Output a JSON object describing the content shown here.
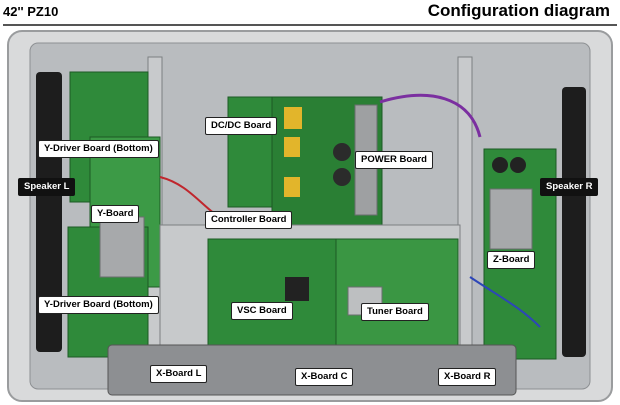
{
  "header": {
    "model": "42'' PZ10",
    "title": "Configuration diagram"
  },
  "labels": {
    "dcdc_board": "DC/DC Board",
    "y_driver_top": "Y-Driver Board (Bottom)",
    "power_board": "POWER Board",
    "speaker_l": "Speaker L",
    "speaker_r": "Speaker R",
    "y_board": "Y-Board",
    "controller_board": "Controller Board",
    "z_board": "Z-Board",
    "y_driver_bottom": "Y-Driver Board (Bottom)",
    "vsc_board": "VSC Board",
    "tuner_board": "Tuner Board",
    "x_board_l": "X-Board L",
    "x_board_c": "X-Board C",
    "x_board_r": "X-Board R"
  },
  "colors": {
    "pcb_green": "#2f8a3a",
    "chassis": "#b9bcbf",
    "frame": "#d9dadb"
  }
}
